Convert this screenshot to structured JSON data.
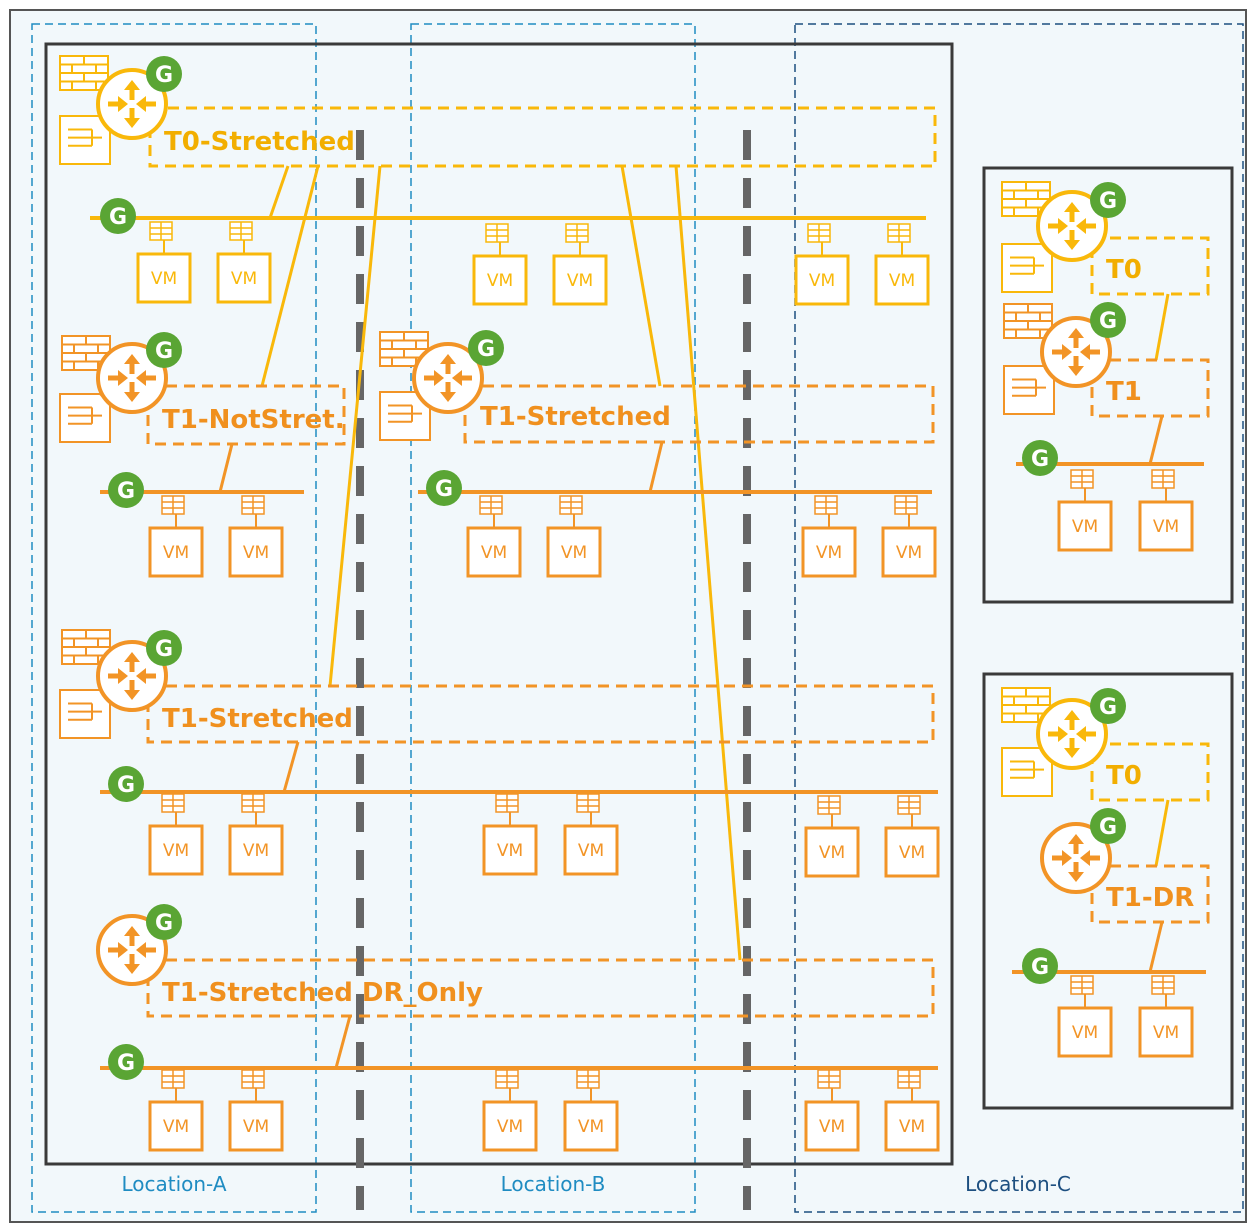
{
  "colors": {
    "tier0": "#F9B80A",
    "tier1": "#F29426",
    "gateway": "#5AA534",
    "panel": "#F2F8FB",
    "loc_a_b": "#1F8CC2",
    "loc_c": "#1D4F80",
    "rtep": "#666666"
  },
  "locations": [
    {
      "label": "Location-A"
    },
    {
      "label": "Location-B"
    },
    {
      "label": "Location-C"
    }
  ],
  "gateways": [
    {
      "label": "T0-Stretched"
    },
    {
      "label": "T1-NotStret."
    },
    {
      "label": "T1-Stretched"
    },
    {
      "label": "T1-Stretched"
    },
    {
      "label": "T1-Stretched DR_Only"
    },
    {
      "label": "T0"
    },
    {
      "label": "T1"
    },
    {
      "label": "T0"
    },
    {
      "label": "T1-DR"
    }
  ],
  "badge_text": "G",
  "vm_label": "VM",
  "icons": [
    "firewall-icon",
    "nat-icon",
    "router-icon",
    "gateway-badge"
  ]
}
